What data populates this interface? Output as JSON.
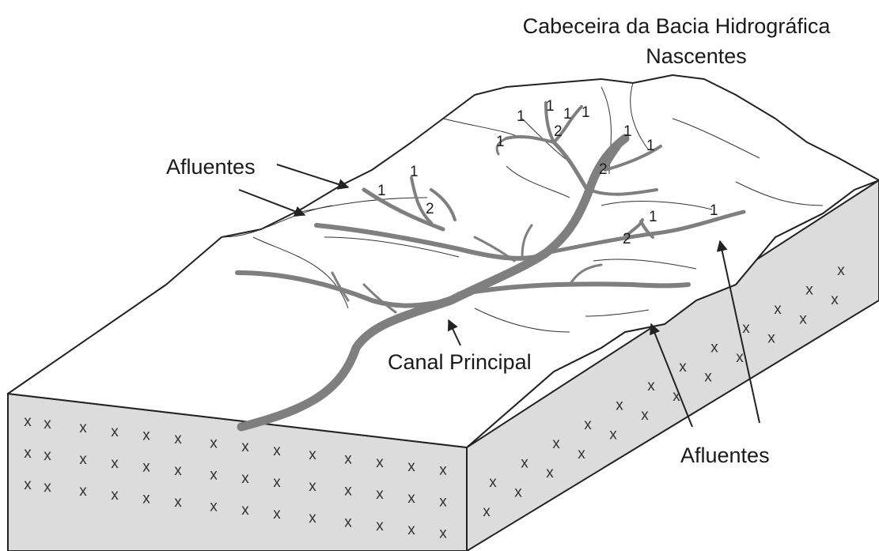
{
  "labels": {
    "title_line1": "Cabeceira da Bacia Hidrográfica",
    "title_line2": "Nascentes",
    "afluentes_left": "Afluentes",
    "canal_principal": "Canal Principal",
    "afluentes_right": "Afluentes"
  },
  "stream_orders": [
    "1",
    "1",
    "1",
    "2",
    "1",
    "1",
    "1",
    "2",
    "1",
    "1",
    "2",
    "1",
    "1",
    "2",
    "1"
  ],
  "rock_symbol": "x",
  "colors": {
    "channel": "#7f7f7f",
    "block_side": "#dcdcdc",
    "outline": "#222222",
    "arrow": "#222222"
  }
}
